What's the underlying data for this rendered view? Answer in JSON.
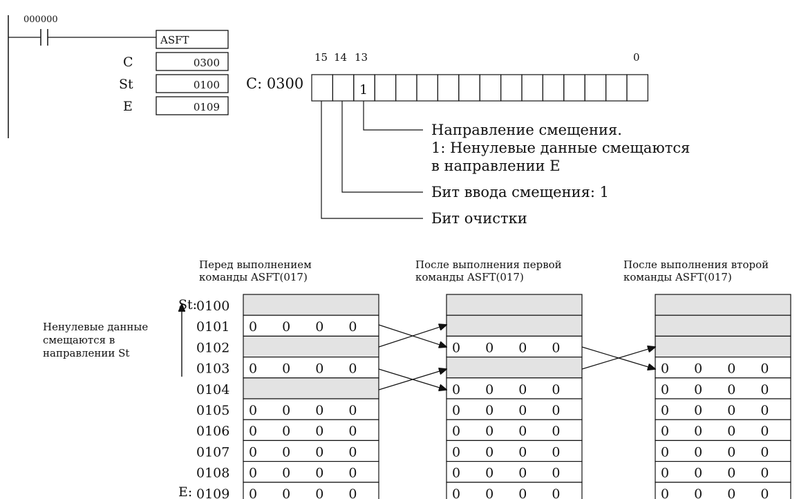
{
  "ladder": {
    "contact_address": "000000",
    "instruction": "ASFT",
    "operands": [
      {
        "label": "C",
        "value": "0300"
      },
      {
        "label": "St",
        "value": "0100"
      },
      {
        "label": "E",
        "value": "0109"
      }
    ]
  },
  "control_word": {
    "label": "C: 0300",
    "bit_numbers": [
      "15",
      "14",
      "13",
      "0"
    ],
    "bit13_value": "1",
    "annotations": {
      "direction_line1": "Направление смещения.",
      "direction_line2": "1: Ненулевые данные смещаются",
      "direction_line3": "в направлении E",
      "shift_input": "Бит ввода смещения: 1",
      "clear": "Бит очистки"
    }
  },
  "direction_note": {
    "line1": "Ненулевые данные",
    "line2": "смещаются в",
    "line3": "направлении St"
  },
  "tables": {
    "addresses": [
      "0100",
      "0101",
      "0102",
      "0103",
      "0104",
      "0105",
      "0106",
      "0107",
      "0108",
      "0109"
    ],
    "st_marker": "St:",
    "e_marker": "E:",
    "before": {
      "caption_line1": "Перед выполнением",
      "caption_line2": "команды ASFT(017)",
      "rows": [
        "",
        "0 0 0 0",
        "",
        "0 0 0 0",
        "",
        "0 0 0 0",
        "0 0 0 0",
        "0 0 0 0",
        "0 0 0 0",
        "0 0 0 0"
      ]
    },
    "after_first": {
      "caption_line1": "После выполнения первой",
      "caption_line2": "команды ASFT(017)",
      "rows": [
        "",
        "",
        "0 0 0 0",
        "",
        "0 0 0 0",
        "0 0 0 0",
        "0 0 0 0",
        "0 0 0 0",
        "0 0 0 0",
        "0 0 0 0"
      ]
    },
    "after_second": {
      "caption_line1": "После выполнения второй",
      "caption_line2": "команды ASFT(017)",
      "rows": [
        "",
        "",
        "",
        "0 0 0 0",
        "0 0 0 0",
        "0 0 0 0",
        "0 0 0 0",
        "0 0 0 0",
        "0 0 0 0",
        "0 0 0 0"
      ]
    },
    "empty_fill": "#e3e3e3"
  }
}
